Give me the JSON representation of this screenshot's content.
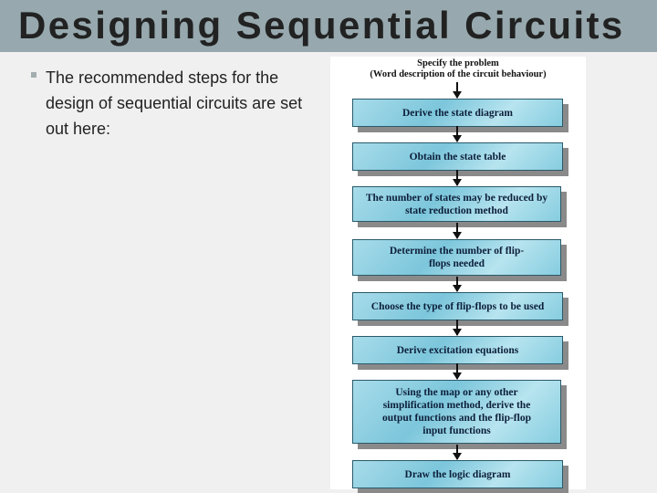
{
  "slide": {
    "title": "Designing Sequential Circuits",
    "bullet": "The recommended steps for the design of sequential circuits are set out here:"
  },
  "flowchart": {
    "start_line1": "Specify the problem",
    "start_line2": "(Word description of the circuit behaviour)",
    "steps": [
      "Derive the state diagram",
      "Obtain the state table",
      "The number of states may be reduced by state reduction method",
      "Determine the number of flip-flops needed",
      "Choose the type of flip-flops to be used",
      "Derive excitation equations",
      "Using the map or any other simplification method, derive the output functions and the flip-flop input functions",
      "Draw the logic diagram"
    ],
    "box_color": "#8fd0e2"
  }
}
